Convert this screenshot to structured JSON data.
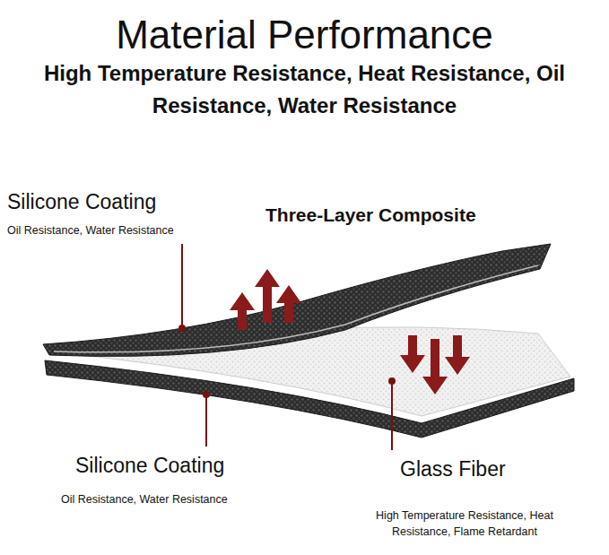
{
  "diagram": {
    "title": "Material Performance",
    "labels": [
      "High Temperature Resistance, Heat Resistance, Oil Resistance, Water Resistance",
      "Silicone Coating",
      "Oil Resistance, Water Resistance",
      "Three-Layer Composite",
      "Silicone Coating",
      "Oil Resistance, Water Resistance",
      "Glass Fiber",
      "High Temperature Resistance, Heat Resistance, Flame Retardant"
    ]
  }
}
